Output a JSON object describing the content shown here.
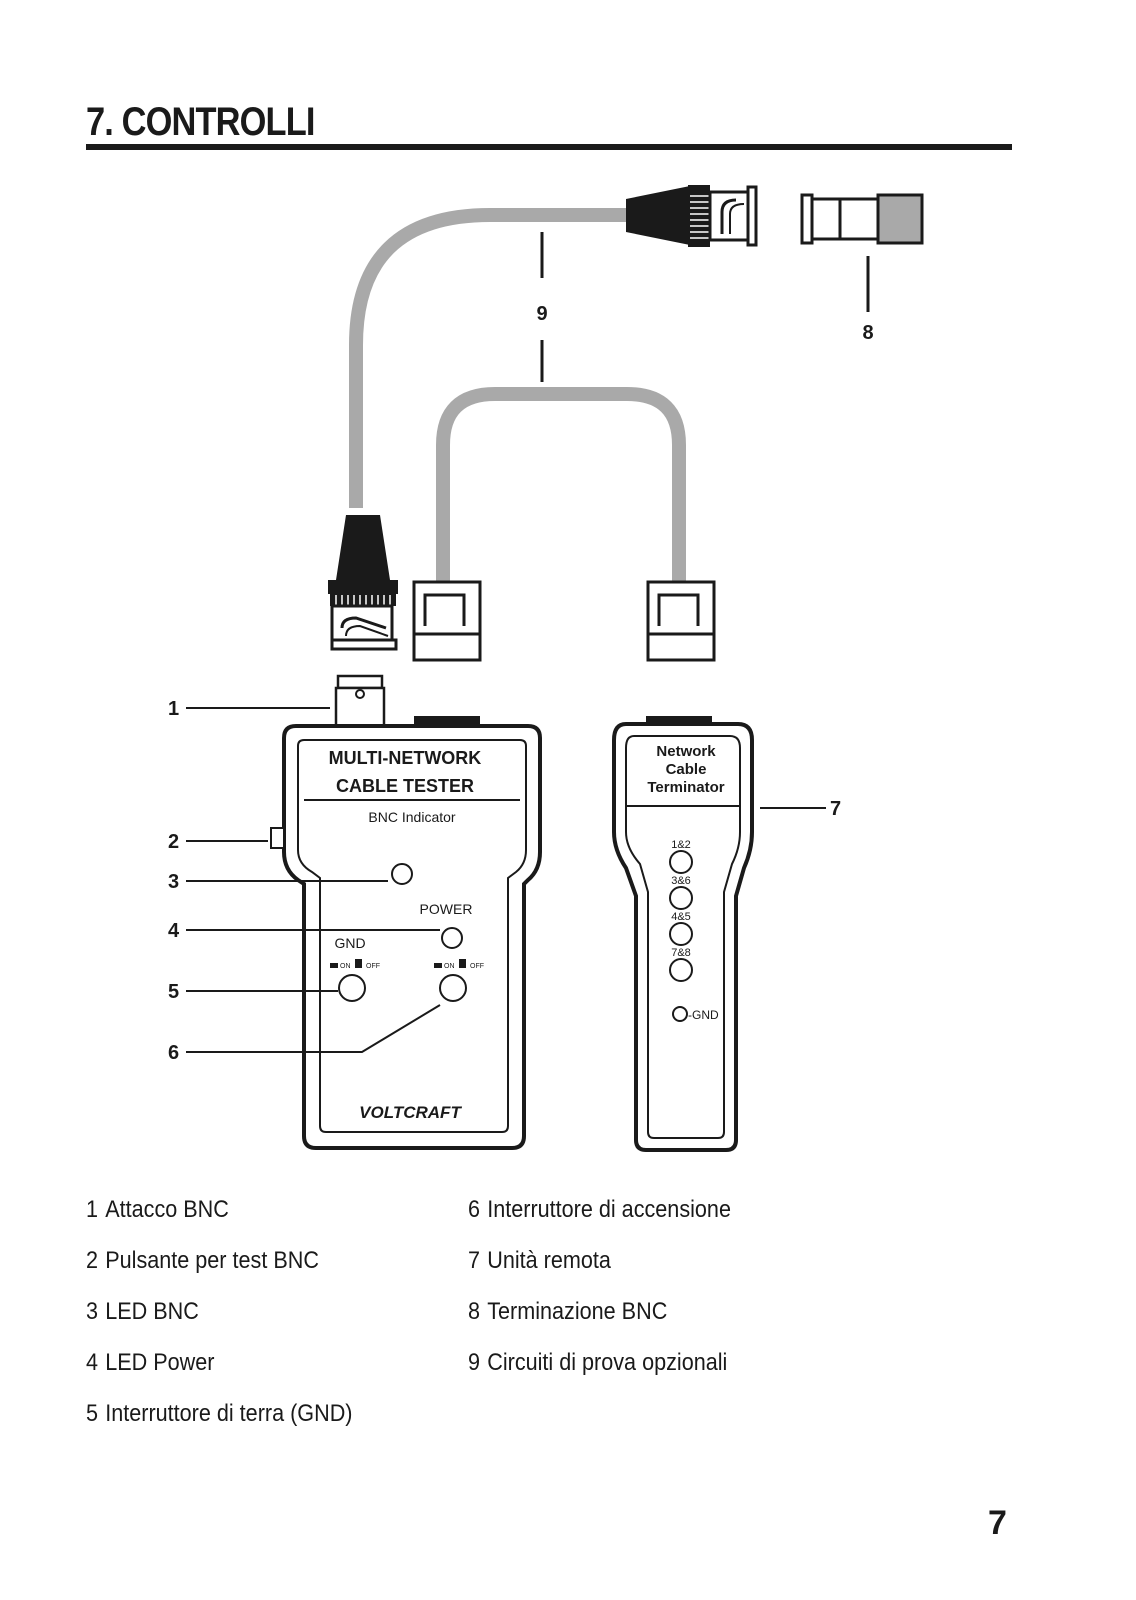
{
  "section": {
    "title": "7. CONTROLLI"
  },
  "diagram": {
    "callouts": [
      "1",
      "2",
      "3",
      "4",
      "5",
      "6",
      "7",
      "8",
      "9"
    ],
    "main_unit": {
      "title_line1": "MULTI-NETWORK",
      "title_line2": "CABLE TESTER",
      "bnc_indicator_label": "BNC Indicator",
      "power_label": "POWER",
      "gnd_label": "GND",
      "switch_on_label": "ON",
      "switch_off_label": "OFF",
      "brand": "VOLTCRAFT"
    },
    "remote_unit": {
      "title_line1": "Network",
      "title_line2": "Cable",
      "title_line3": "Terminator",
      "leds": [
        "1&2",
        "3&6",
        "4&5",
        "7&8"
      ],
      "gnd_led_label": "-GND"
    }
  },
  "legend": {
    "left": [
      {
        "num": "1",
        "text": "Attacco BNC"
      },
      {
        "num": "2",
        "text": "Pulsante per test BNC"
      },
      {
        "num": "3",
        "text": "LED BNC"
      },
      {
        "num": "4",
        "text": "LED Power"
      },
      {
        "num": "5",
        "text": "Interruttore di terra (GND)"
      }
    ],
    "right": [
      {
        "num": "6",
        "text": "Interruttore di accensione"
      },
      {
        "num": "7",
        "text": "Unità remota"
      },
      {
        "num": "8",
        "text": "Terminazione BNC"
      },
      {
        "num": "9",
        "text": "Circuiti di prova opzionali"
      }
    ]
  },
  "page_number": "7"
}
